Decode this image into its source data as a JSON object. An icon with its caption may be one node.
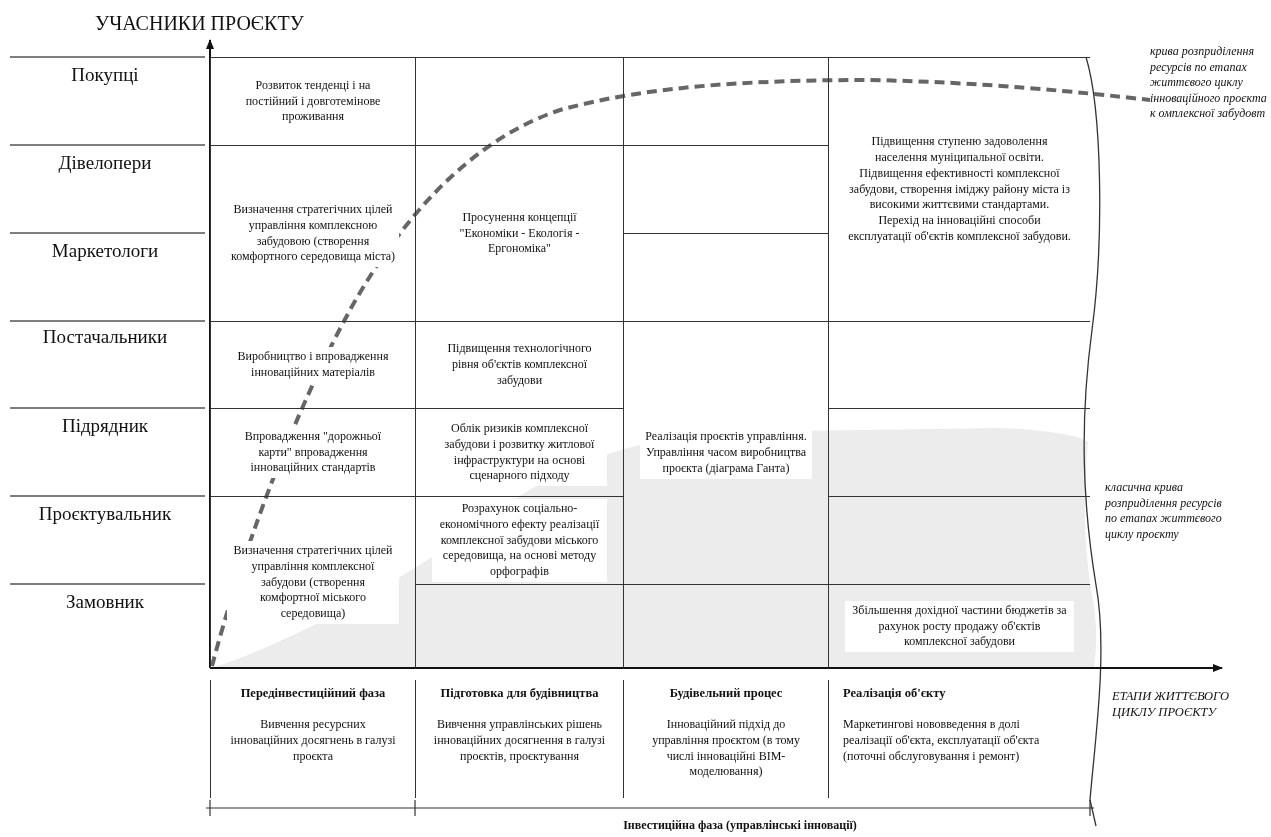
{
  "diagram": {
    "nodes": [
      {
        "text": [
          "Розвиток тенденці і на постійний і довготемінове проживання"
        ]
      },
      {
        "text": [],
        "shape": "box"
      },
      {
        "text": [],
        "shape": "box"
      },
      {
        "text": [
          "Підвищення ступеню задоволення населення муніципальної освіти. Підвищення ефективності комплексної забудови, створення іміджу району міста із високими життєвими стандартами. Перехід на інноваційні способи експлуатації об'єктів комплексної забудови."
        ]
      },
      {
        "text": [
          "Визначення стратегічних цілей управління комплексною забудовою (створення комфортного середовища міста)"
        ]
      },
      {
        "text": [
          "Просунення концепції \"Економіки - Екологія - Ергономіка\""
        ]
      },
      {
        "text": [],
        "shape": "box"
      },
      {
        "text": [],
        "shape": "box"
      },
      {
        "text": [
          "Виробництво і впровадження інноваційних матеріалів"
        ]
      },
      {
        "text": [
          "Підвищення технологічного рівня об'єктів комплексної забудови"
        ]
      },
      {
        "text": [
          "Реалізація проєктів управління. Управління часом виробництва проєкта (діаграма Ганта)"
        ]
      },
      {
        "text": [],
        "shape": "box"
      },
      {
        "text": [
          "Впровадження \"дорожньої карти\" впровадження інноваційних стандартів"
        ]
      },
      {
        "text": [
          "Облік ризиків комплексної забудови і розвитку житлової інфраструктури на основі сценарного підходу"
        ]
      },
      {
        "text": [],
        "shape": "box"
      },
      {
        "text": [
          "Визначення стратегічних цілей управління комплексної забудови (створення комфортної міського середовища)"
        ]
      },
      {
        "text": [
          "Розрахунок соціально-економічного ефекту реалізації комплексної забудови міського середовища, на основі методу орфографів"
        ]
      },
      {
        "text": [],
        "shape": "box"
      },
      {
        "text": [],
        "shape": "box"
      },
      {
        "text": [],
        "shape": "box"
      },
      {
        "text": [
          "Збільшення дохідної частини бюджетів за рахунок росту продажу об'єктів комплексної забудови"
        ]
      },
      {
        "text": [
          "Передінвестиційний фаза",
          "Вивчення ресурсних інноваційних досягнень в галузі проєкта"
        ]
      },
      {
        "text": [
          "Підготовка для будівництва",
          "Вивчення управлінських рішень інноваційних досягнення в галузі проєктів, проєктування"
        ]
      },
      {
        "text": [
          "Будівельний процес",
          "Інноваційний підхід до управління проєктом (в тому числі інноваційні BIM-моделювання)"
        ]
      },
      {
        "text": [
          "Реалізація об'єкту",
          "Маркетингові нововведення в долі реалізації об'єкта, експлуатації об'єкта (поточні обслуговування і ремонт)"
        ]
      }
    ],
    "labels": [
      "УЧАСНИКИ ПРОЄКТУ",
      "крива розприділення ресурсів по етапах життєвого циклу інноваційного проєкта к омплексної забудовт",
      "Покупці",
      "Дівелопери",
      "Маркетологи",
      "Постачальники",
      "Підрядник",
      "Проєктувальник",
      "Замовник",
      "класична крива розприділення ресурсів по етапах життєвого циклу проєкту",
      "ЕТАПИ ЖИТТЄВОГО ЦИКЛУ ПРОЄКТУ",
      "Інвестиційна фаза (управлінські інновації)"
    ]
  }
}
